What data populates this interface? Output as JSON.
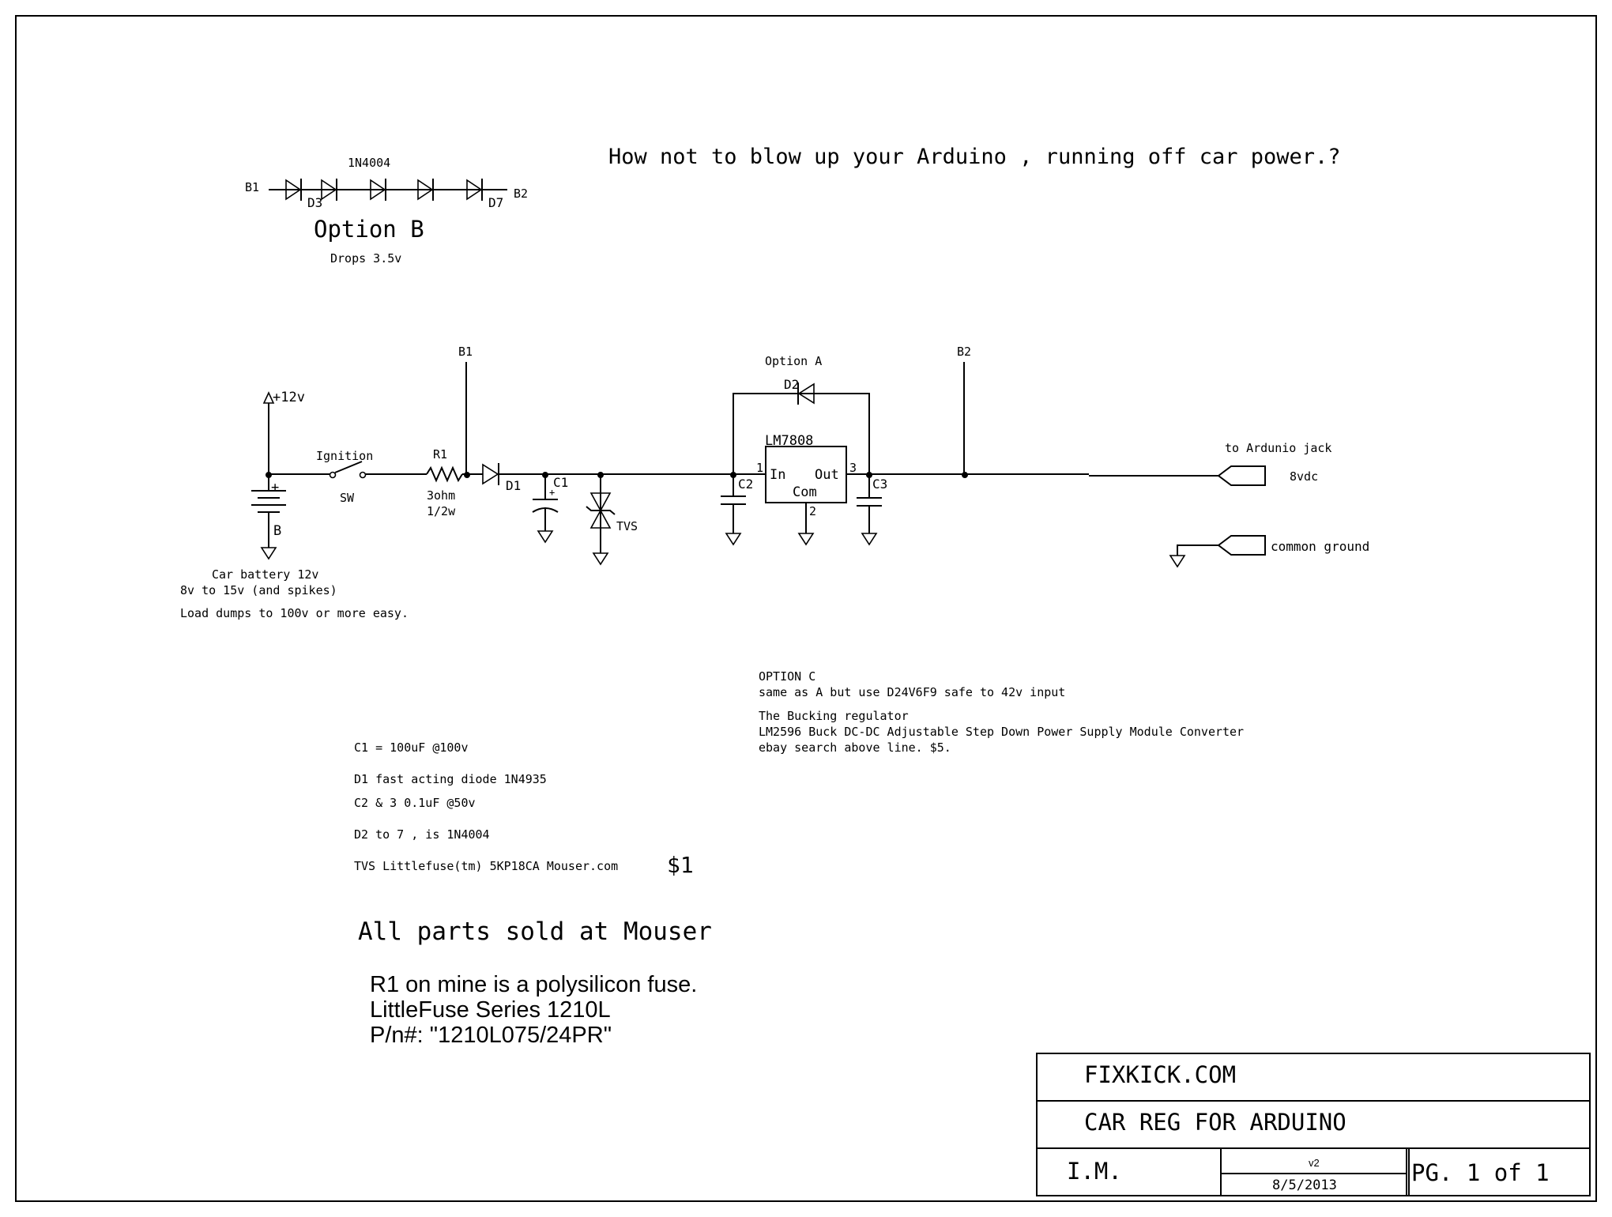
{
  "title": "How not to blow up your Arduino , running off car power.?",
  "option_b": {
    "diode_part": "1N4004",
    "start_label": "B1",
    "end_label": "B2",
    "first_ref": "D3",
    "last_ref": "D7",
    "heading": "Option B",
    "subtext": "Drops 3.5v"
  },
  "circuit": {
    "supply_label": "+12v",
    "battery_plus": "+",
    "battery_ref": "B",
    "switch_label": "Ignition",
    "switch_ref": "SW",
    "resistor_ref": "R1",
    "resistor_value": "3ohm",
    "resistor_power": "1/2w",
    "node_b1": "B1",
    "node_b2": "B2",
    "diode_d1": "D1",
    "cap_c1": "C1",
    "cap_c1_plus": "+",
    "tvs_label": "TVS",
    "cap_c2": "C2",
    "cap_c3": "C3",
    "option_a_label": "Option A",
    "diode_d2": "D2",
    "regulator": {
      "part": "LM7808",
      "in_label": "In",
      "out_label": "Out",
      "com_label": "Com",
      "pin_in": "1",
      "pin_com": "2",
      "pin_out": "3"
    },
    "arduino_jack_label": "to Ardunio jack",
    "voltage_out": "8vdc",
    "common_ground": "common ground"
  },
  "battery_notes": [
    "Car battery 12v",
    "8v to 15v (and spikes)",
    "Load dumps to 100v or more easy."
  ],
  "option_c": [
    "OPTION C",
    "same as A but use D24V6F9 safe to 42v input",
    "The Bucking regulator",
    "LM2596 Buck DC-DC Adjustable Step Down Power Supply Module Converter",
    "ebay search above line.  $5."
  ],
  "parts_notes": [
    "C1 = 100uF @100v",
    "D1 fast acting diode 1N4935",
    "C2 & 3  0.1uF @50v",
    "D2 to 7 , is 1N4004",
    "TVS Littlefuse(tm) 5KP18CA  Mouser.com"
  ],
  "price": "$1",
  "mouser_note": "All parts sold at Mouser",
  "fuse_notes": [
    "R1 on  mine is a polysilicon fuse.",
    "LittleFuse Series 1210L",
    "P/n#: \"1210L075/24PR\""
  ],
  "title_block": {
    "company": "FIXKICK.COM",
    "drawing_title": "CAR   REG FOR ARDUINO",
    "author": "I.M.",
    "version": "v2",
    "date": "8/5/2013",
    "page": "PG. 1 of 1"
  }
}
